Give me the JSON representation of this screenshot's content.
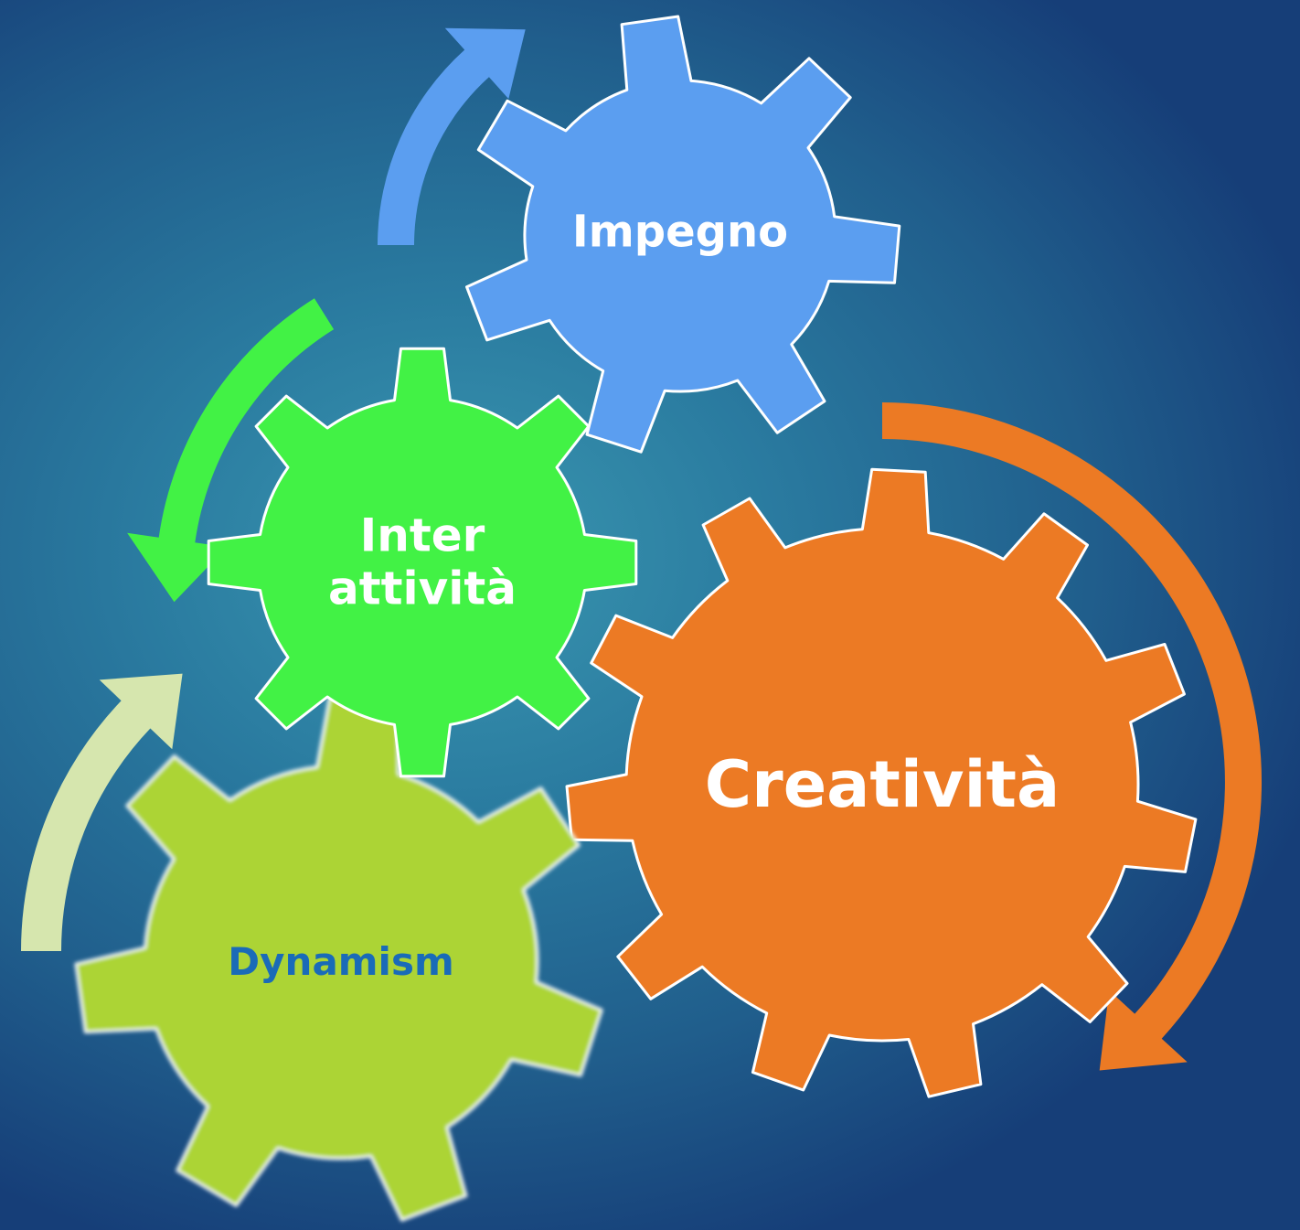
{
  "gears": [
    {
      "id": "impegno",
      "label": "Impegno",
      "color": "#5b9ef0",
      "text_color": "#ffffff"
    },
    {
      "id": "inter",
      "label": "Inter attività",
      "line1": "Inter",
      "line2": "attività",
      "color": "#42f245",
      "text_color": "#ffffff"
    },
    {
      "id": "creativita",
      "label": "Creatività",
      "color": "#ec7a24",
      "text_color": "#ffffff"
    },
    {
      "id": "dynamism",
      "label": "Dynamism",
      "color": "#acd434",
      "text_color": "#1a6bb8"
    }
  ],
  "arrows": [
    {
      "id": "arrow-blue",
      "color": "#5b9ef0",
      "direction": "up"
    },
    {
      "id": "arrow-green",
      "color": "#42f245",
      "direction": "down"
    },
    {
      "id": "arrow-orange",
      "color": "#ec7a24",
      "direction": "down"
    },
    {
      "id": "arrow-pale",
      "color": "#d6e6ae",
      "direction": "up"
    }
  ],
  "background": {
    "from": "#3a97b0",
    "to": "#163e78"
  }
}
